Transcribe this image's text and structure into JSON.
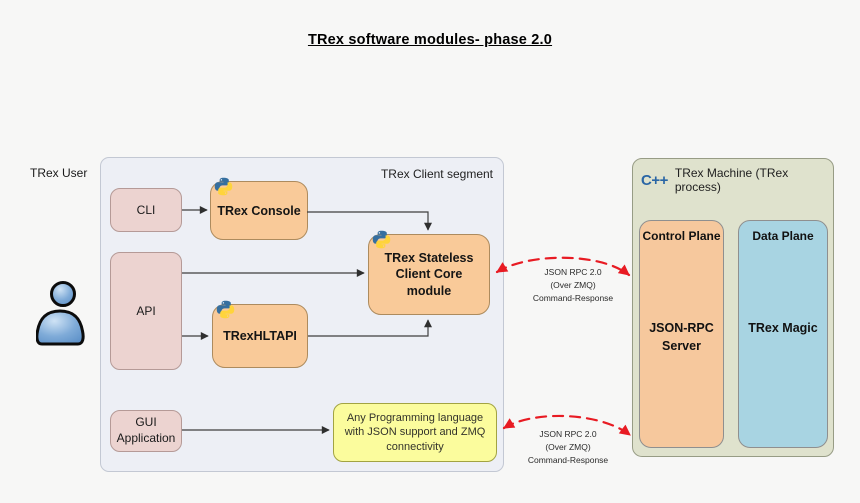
{
  "title": "TRex software modules- phase 2.0",
  "colors": {
    "rpc_arrow_red": "#e81b23",
    "connector_black": "#3f3f3f",
    "client_fill": "#edeff5",
    "machine_fill": "#dfe2cd",
    "orange_fill": "#f9ca99",
    "pink_fill": "#ecd3d0",
    "yellow_fill": "#fbfc9d",
    "control_plane_fill": "#f6c89d",
    "data_plane_fill": "#a8d4e2"
  },
  "user": {
    "label": "TRex User",
    "icon": "user-person-icon"
  },
  "client_segment": {
    "label": "TRex Client segment",
    "cli_label": "CLI",
    "api_label": "API",
    "gui_label": "GUI\nApplication",
    "console_label": "TRex Console",
    "hltapi_label": "TRexHLTAPI",
    "stateless_label": "TRex Stateless\nClient Core\nmodule",
    "any_language_label": "Any Programming language\nwith JSON support and ZMQ\nconnectivity",
    "python_icon": "python-icon"
  },
  "machine": {
    "logo_text": "C++",
    "label": "TRex Machine (TRex process)",
    "control_plane": {
      "label": "Control Plane",
      "content": "JSON-RPC\nServer"
    },
    "data_plane": {
      "label": "Data Plane",
      "content": "TRex Magic"
    }
  },
  "rpc_links": {
    "top_label": "JSON RPC 2.0\n(Over ZMQ)\nCommand-Response",
    "bottom_label": "JSON RPC 2.0\n(Over ZMQ)\nCommand-Response"
  }
}
